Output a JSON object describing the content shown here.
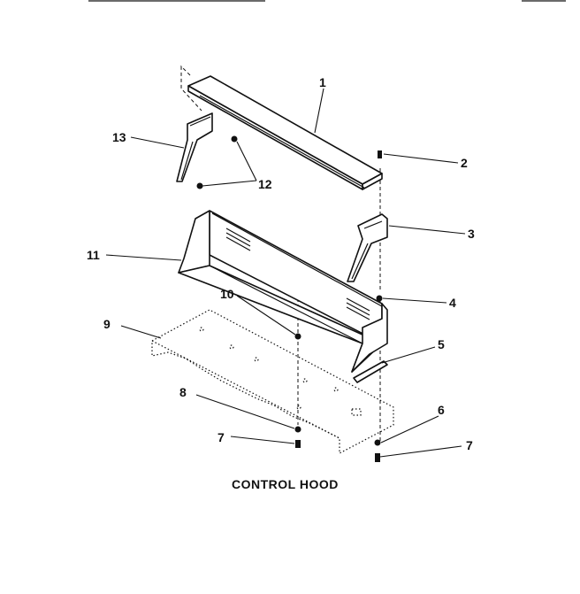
{
  "diagram": {
    "caption": "CONTROL HOOD",
    "callouts": [
      "1",
      "2",
      "3",
      "4",
      "5",
      "6",
      "7",
      "8",
      "9",
      "10",
      "11",
      "12",
      "13"
    ],
    "callout_7_second": "7",
    "stroke_color": "#111111",
    "background_color": "#ffffff"
  }
}
